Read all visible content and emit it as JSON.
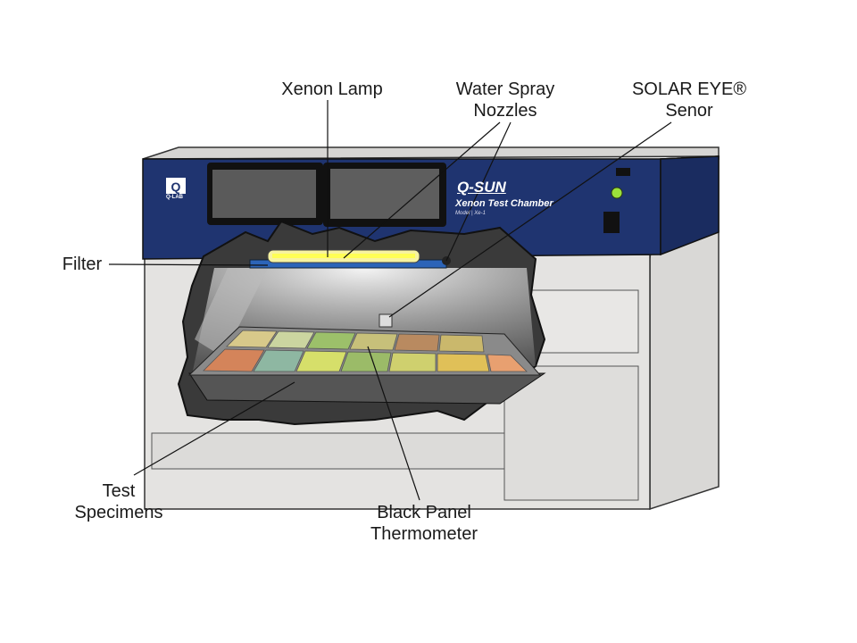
{
  "labels": {
    "xenon_lamp": "Xenon Lamp",
    "water_spray": [
      "Water Spray",
      "Nozzles"
    ],
    "solar_eye": [
      "SOLAR EYE®",
      "Senor"
    ],
    "filter": "Filter",
    "test_specimens": [
      "Test",
      "Specimens"
    ],
    "black_panel": [
      "Black Panel",
      "Thermometer"
    ]
  },
  "device": {
    "logo": "Q-LAB",
    "brand": "Q-SUN",
    "name": "Xenon Test Chamber",
    "model": "Model | Xe-1"
  },
  "colors": {
    "panel_blue": "#1f3470",
    "body_gray": "#e4e3e1",
    "led_green": "#9be03a"
  }
}
